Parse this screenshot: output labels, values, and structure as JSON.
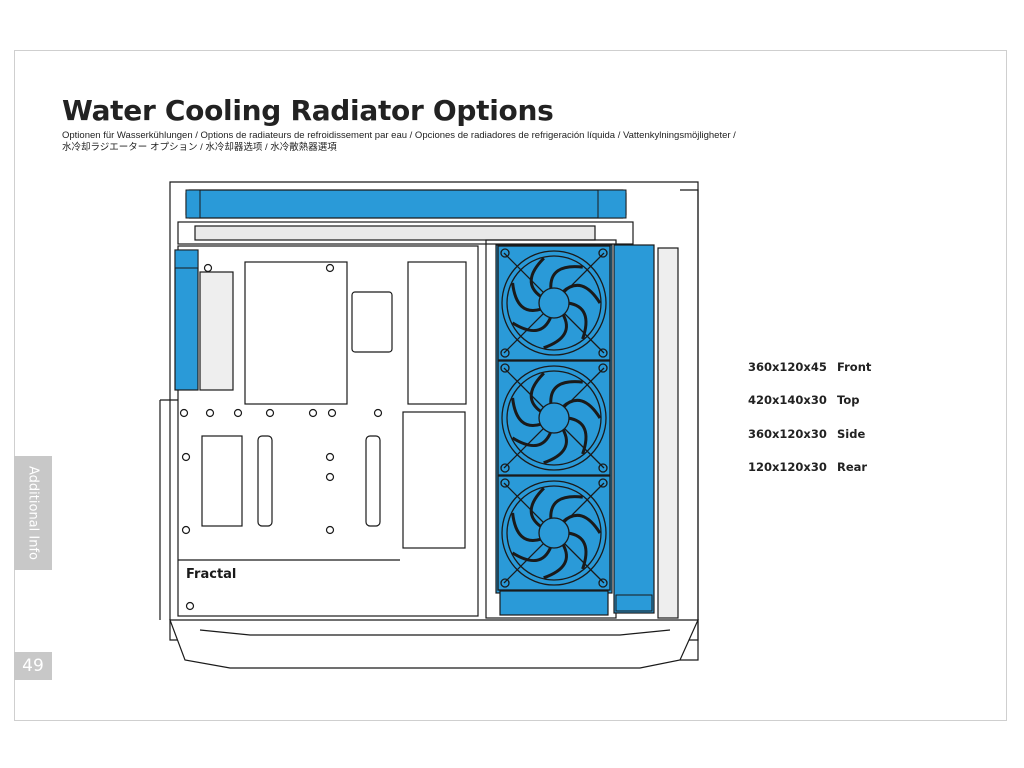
{
  "page": {
    "title": "Water Cooling Radiator Options",
    "subtitle_line1": "Optionen für Wasserkühlungen / Options de radiateurs de refroidissement par eau / Opciones de radiadores de refrigeración líquida / Vattenkylningsmöjligheter /",
    "subtitle_line2": "水冷却ラジエーター オプション / 水冷却器选项 / 水冷散熱器選項",
    "side_tab": "Additional Info",
    "page_number": "49"
  },
  "radiators": [
    {
      "size": "360x120x45",
      "position": "Front"
    },
    {
      "size": "420x140x30",
      "position": "Top"
    },
    {
      "size": "360x120x30",
      "position": "Side"
    },
    {
      "size": "120x120x30",
      "position": "Rear"
    }
  ],
  "diagram": {
    "logo": "Fractal",
    "colors": {
      "radiator": "#2a9ad8",
      "line": "#1a1a1a",
      "panel": "#ffffff"
    }
  }
}
